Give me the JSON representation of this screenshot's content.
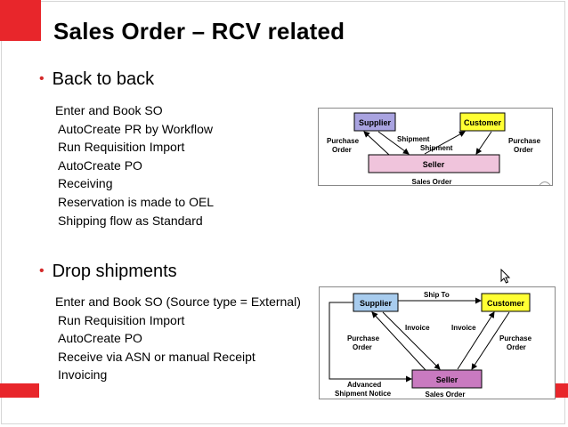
{
  "title": "Sales Order – RCV related",
  "sections": [
    {
      "heading": "Back to back",
      "steps": [
        "Enter and  Book SO",
        "AutoCreate PR by Workflow",
        "Run Requisition Import",
        "AutoCreate PO",
        "Receiving",
        "Reservation  is made to OEL",
        "Shipping flow as Standard"
      ]
    },
    {
      "heading": "Drop shipments",
      "steps": [
        "Enter and  Book SO (Source type = External)",
        "Run Requisition Import",
        "AutoCreate PO",
        "Receive via ASN or manual Receipt",
        "Invoicing"
      ]
    }
  ],
  "diagram1": {
    "supplier": "Supplier",
    "customer": "Customer",
    "seller": "Seller",
    "purchase_order_left": [
      "Purchase",
      "Order"
    ],
    "purchase_order_right": [
      "Purchase",
      "Order"
    ],
    "shipment_1": "Shipment",
    "shipment_2": "Shipment",
    "caption": "Sales Order",
    "colors": {
      "supplier": "#a9a3e0",
      "customer": "#ffff33",
      "seller": "#f0c4dc"
    }
  },
  "diagram2": {
    "supplier": "Supplier",
    "customer": "Customer",
    "seller": "Seller",
    "ship_to": "Ship To",
    "invoice_1": "Invoice",
    "invoice_2": "Invoice",
    "purchase_order_left": [
      "Purchase",
      "Order"
    ],
    "purchase_order_right": [
      "Purchase",
      "Order"
    ],
    "asn": [
      "Advanced",
      "Shipment Notice"
    ],
    "caption": "Sales Order",
    "colors": {
      "supplier": "#a8ccee",
      "customer": "#ffff33",
      "seller": "#c97ac0"
    }
  }
}
